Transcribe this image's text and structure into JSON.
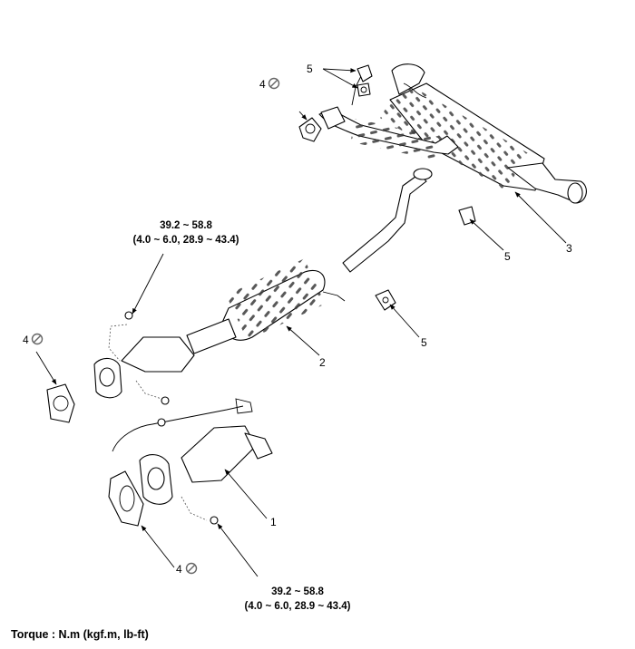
{
  "callouts": {
    "torque_top_line1": "39.2 ~ 58.8",
    "torque_top_line2": "(4.0 ~ 6.0, 28.9 ~ 43.4)",
    "torque_bottom_line1": "39.2 ~ 58.8",
    "torque_bottom_line2": "(4.0 ~ 6.0, 28.9 ~ 43.4)",
    "part_1": "1",
    "part_2": "2",
    "part_3": "3",
    "part_4_top": "4",
    "part_4_left": "4",
    "part_4_bottom": "4",
    "part_5_top": "5",
    "part_5_right_upper": "5",
    "part_5_right_lower": "5"
  },
  "footer": {
    "torque_units": "Torque : N.m (kgf.m, lb-ft)"
  },
  "icons": {
    "non_reusable": "circle-slash-icon"
  }
}
